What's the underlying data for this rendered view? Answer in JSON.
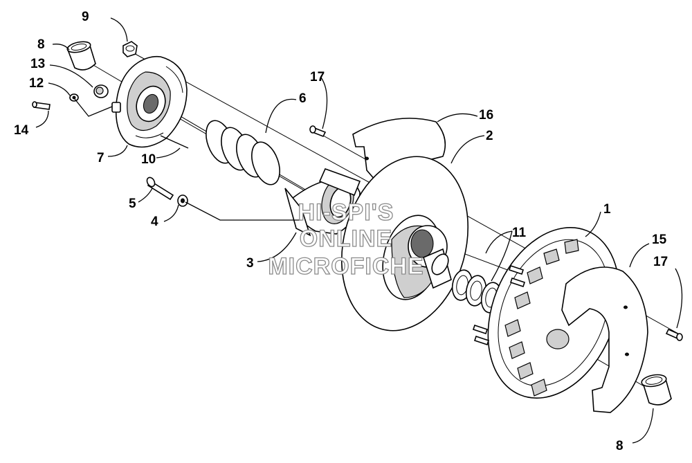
{
  "callouts": {
    "c9": "9",
    "c8a": "8",
    "c13": "13",
    "c12": "12",
    "c14": "14",
    "c7": "7",
    "c10": "10",
    "c17a": "17",
    "c6": "6",
    "c16": "16",
    "c2": "2",
    "c5": "5",
    "c4": "4",
    "c3": "3",
    "c11": "11",
    "c1": "1",
    "c15": "15",
    "c17b": "17",
    "c8b": "8"
  },
  "watermark": {
    "line1": "HI-SPI'S",
    "line2": "ONLINE",
    "line3": "MICROFICHE"
  }
}
